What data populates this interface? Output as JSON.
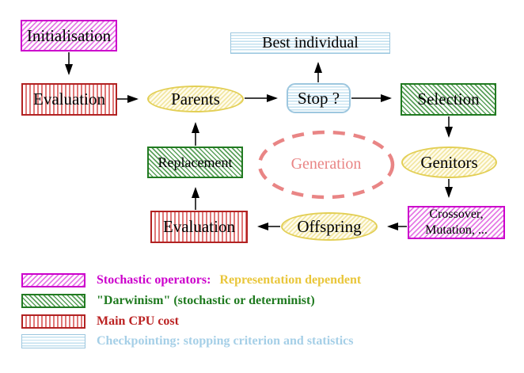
{
  "nodes": {
    "initialisation": "Initialisation",
    "evaluation_top": "Evaluation",
    "best_individual": "Best individual",
    "parents": "Parents",
    "stop": "Stop ?",
    "selection": "Selection",
    "replacement": "Replacement",
    "generation": "Generation",
    "genitors": "Genitors",
    "evaluation_bottom": "Evaluation",
    "offspring": "Offspring",
    "crossover_line1": "Crossover,",
    "crossover_line2": "Mutation, ..."
  },
  "legend": {
    "row1_label": "Stochastic operators:",
    "row1_value": "Representation dependent",
    "row2_label": "\"Darwinism\" (stochastic or determinist)",
    "row3_label": "Main CPU cost",
    "row4_label": "Checkpointing: stopping criterion and statistics"
  },
  "colors": {
    "stochastic_magenta": "#cc00cc",
    "representation_yellow": "#e9c63a",
    "darwinism_green": "#1f7a1f",
    "cpu_red": "#bb2222",
    "checkpoint_cyan": "#a5cfe7",
    "ellipse_yellow_border": "#e3cf55",
    "generation_salmon": "#e98585",
    "arrow_black": "#000000"
  }
}
